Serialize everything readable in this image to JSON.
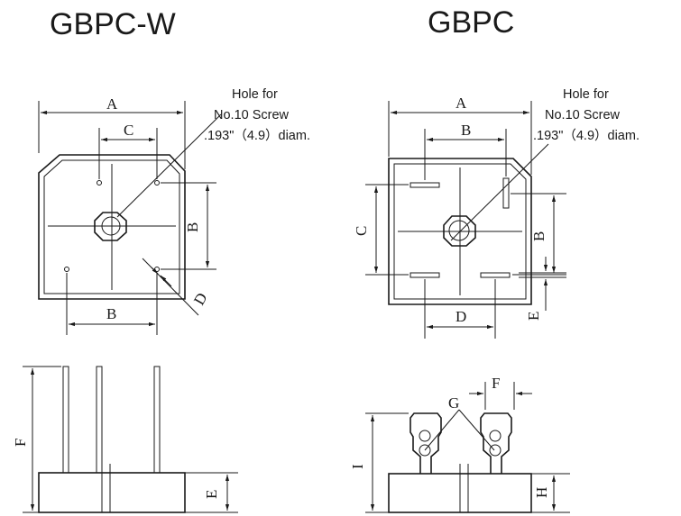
{
  "titles": {
    "left": "GBPC-W",
    "right": "GBPC"
  },
  "hole_note": {
    "line1": "Hole for",
    "line2": "No.10 Screw",
    "line3": ".193\"（4.9）diam."
  },
  "dims": {
    "A": "A",
    "B": "B",
    "C": "C",
    "D": "D",
    "E": "E",
    "F": "F",
    "G": "G",
    "H": "H",
    "I": "I"
  }
}
